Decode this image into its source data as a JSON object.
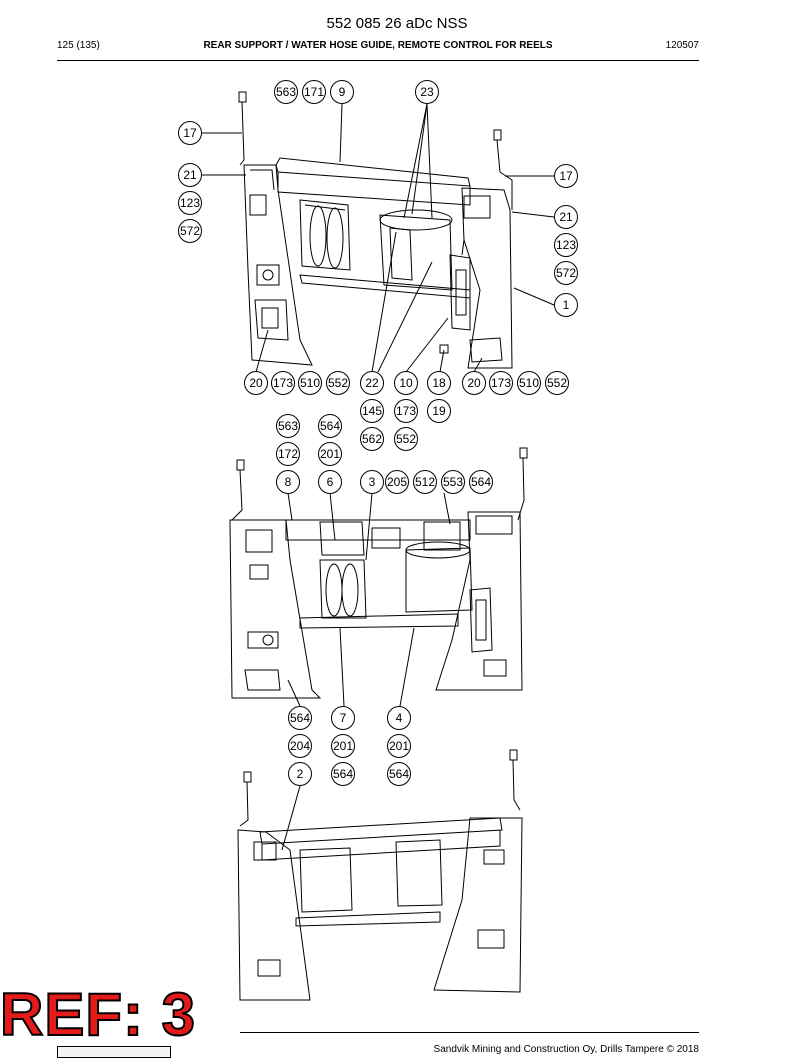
{
  "document": {
    "title": "552 085 26 aDc NSS",
    "page_number": "125 (135)",
    "section_title": "REAR SUPPORT / WATER HOSE GUIDE, REMOTE CONTROL FOR REELS",
    "date_code": "120507",
    "stamp": "REF: 3",
    "footer": "Sandvik Mining and Construction Oy, Drills Tampere © 2018"
  },
  "balloons": {
    "top": [
      "563",
      "171",
      "9",
      "23",
      "17",
      "21",
      "123",
      "572",
      "17",
      "21",
      "123",
      "572",
      "1",
      "20",
      "173",
      "510",
      "552",
      "22",
      "10",
      "18",
      "20",
      "173",
      "510",
      "552",
      "145",
      "173",
      "19",
      "562",
      "552"
    ],
    "middle": [
      "563",
      "564",
      "172",
      "201",
      "8",
      "6",
      "3",
      "205",
      "512",
      "553",
      "564"
    ],
    "bottom": [
      "564",
      "7",
      "4",
      "204",
      "201",
      "201",
      "2",
      "564",
      "564"
    ]
  }
}
